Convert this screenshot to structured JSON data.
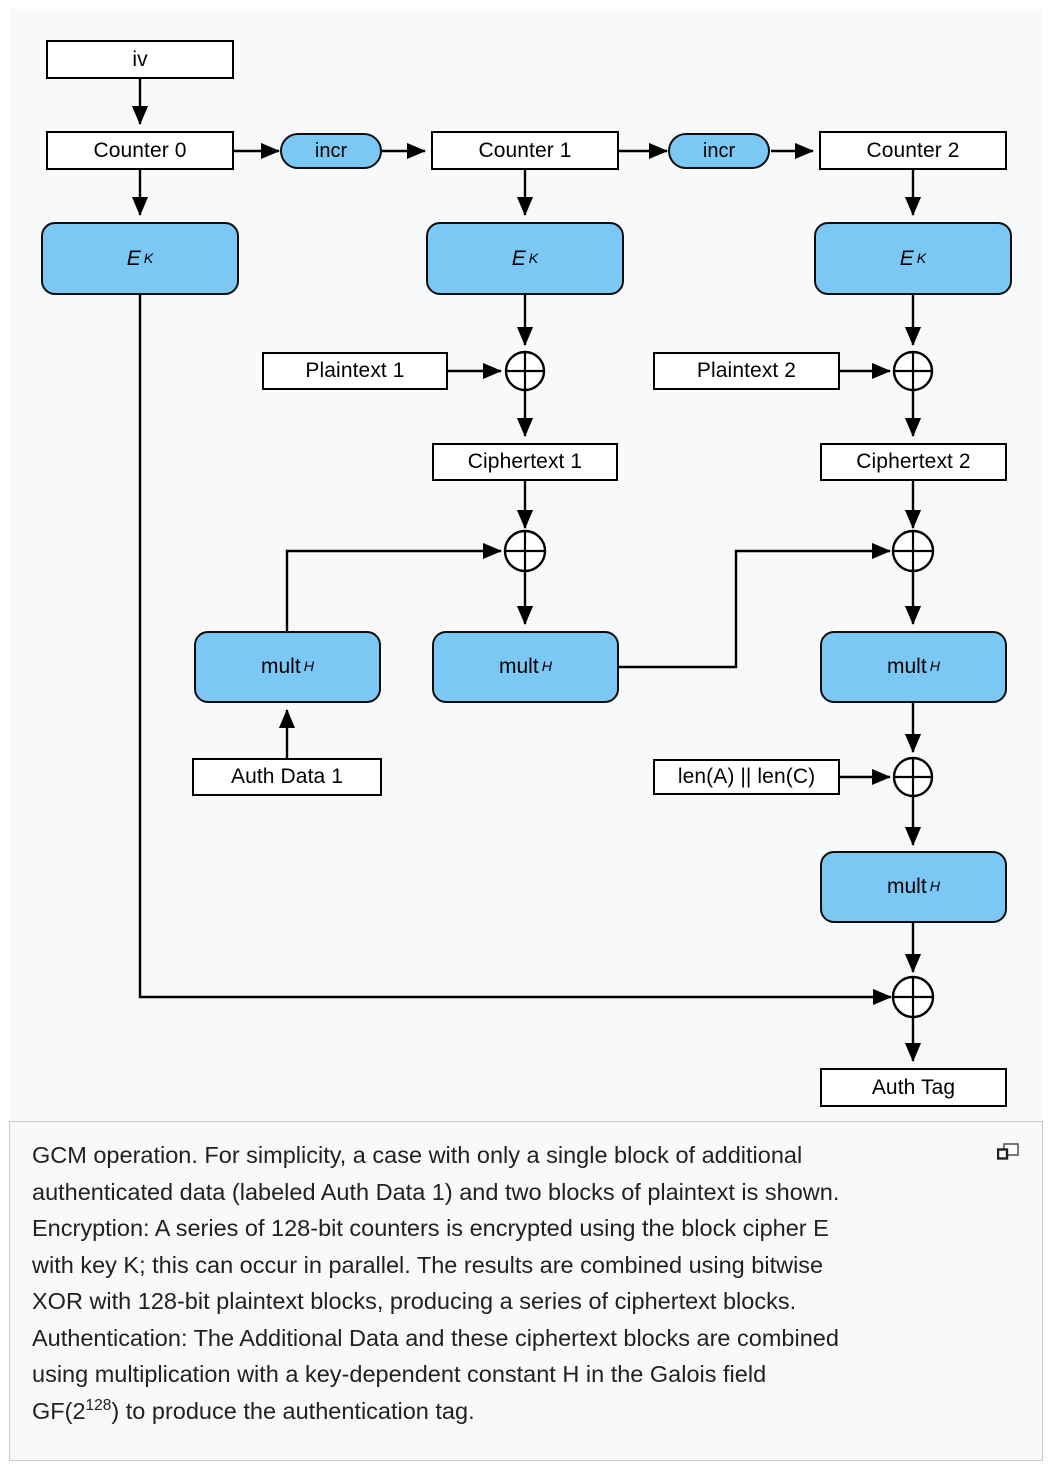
{
  "figure": {
    "kind": "gcm-operation-diagram",
    "background": "#f8f9fa",
    "accent_blue": "#7cc8f5",
    "border": "#000000",
    "frame_border": "#c8ccd1"
  },
  "nodes": {
    "iv": "iv",
    "counter0": "Counter 0",
    "counter1": "Counter 1",
    "counter2": "Counter 2",
    "incr1": "incr",
    "incr2": "incr",
    "ek_label": "E",
    "ek_sub": "K",
    "mult_label": "mult",
    "mult_sub": "H",
    "plaintext1": "Plaintext 1",
    "plaintext2": "Plaintext 2",
    "ciphertext1": "Ciphertext 1",
    "ciphertext2": "Ciphertext 2",
    "auth_data1": "Auth Data 1",
    "len_ac": "len(A) || len(C)",
    "auth_tag": "Auth Tag",
    "xor_glyph": "xor-circle"
  },
  "caption": {
    "line1": "GCM operation. For simplicity, a case with only a single block of additional",
    "line2": "authenticated data (labeled Auth Data 1) and two blocks of plaintext is shown.",
    "line3": "Encryption: A series of 128-bit counters is encrypted using the block cipher E",
    "line4": "with key K; this can occur in parallel. The results are combined using bitwise",
    "line5": "XOR with 128-bit plaintext blocks, producing a series of ciphertext blocks.",
    "line6": "Authentication: The Additional Data and these ciphertext blocks are combined",
    "line7": "using multiplication with a key-dependent constant H in the Galois field",
    "line8_pre": "GF(2",
    "line8_sup": "128",
    "line8_post": ") to produce the authentication tag.",
    "enlarge_icon": "enlarge-thumbnail-icon"
  }
}
